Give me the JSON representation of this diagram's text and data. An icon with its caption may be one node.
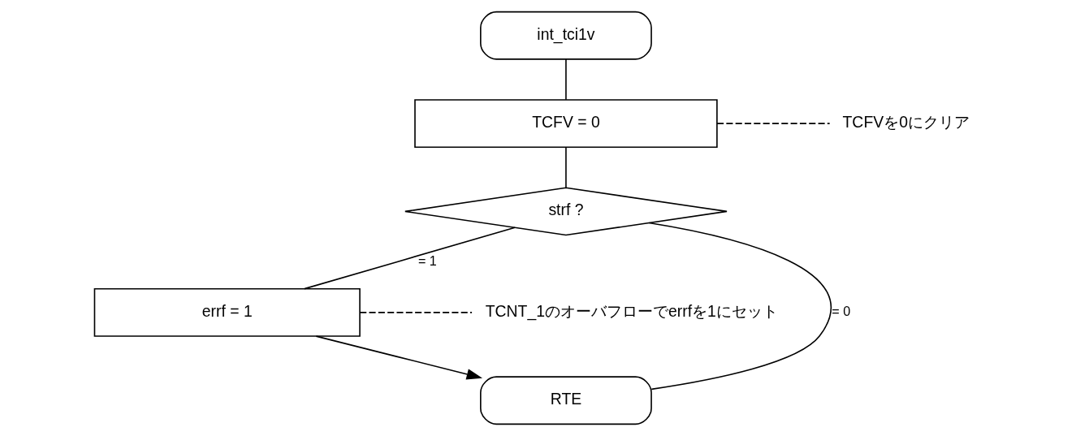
{
  "diagram": {
    "nodes": [
      {
        "text": [
          "int_tci1v"
        ]
      },
      {
        "text": [
          "TCFV = 0"
        ]
      },
      {
        "text": [
          "strf ?"
        ]
      },
      {
        "text": [
          "errf = 1"
        ]
      },
      {
        "text": [
          "RTE"
        ]
      },
      {
        "text": [
          "TCFVを0にクリア"
        ]
      },
      {
        "text": [
          "TCNT_1のオーバフローでerrfを1にセット"
        ]
      }
    ],
    "edges": [
      {
        "from": 0,
        "to": 1,
        "arrow": "none"
      },
      {
        "from": 1,
        "to": 2,
        "arrow": "none"
      },
      {
        "from": 2,
        "to": 3,
        "label": "= 1",
        "arrow": "none"
      },
      {
        "from": 2,
        "to": 4,
        "label": "= 0",
        "arrow": "none"
      },
      {
        "from": 3,
        "to": 4,
        "arrow": "to"
      },
      {
        "from": 1,
        "to": 5,
        "arrow": "none",
        "style": "dashed"
      },
      {
        "from": 3,
        "to": 6,
        "arrow": "none",
        "style": "dashed"
      }
    ]
  }
}
